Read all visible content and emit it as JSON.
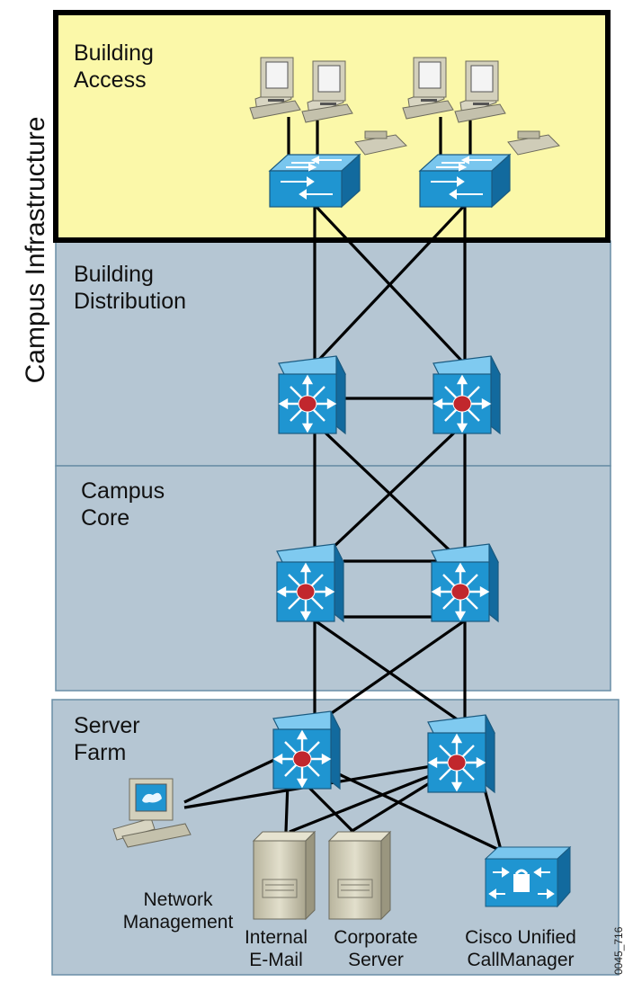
{
  "diagram": {
    "side_title": "Campus Infrastructure",
    "figure_id": "0045_716",
    "sections": {
      "building_access": "Building\nAccess",
      "building_distribution": "Building\nDistribution",
      "campus_core": "Campus\nCore",
      "server_farm": "Server\nFarm"
    },
    "devices": {
      "network_management": "Network\nManagement",
      "internal_email": "Internal\nE-Mail",
      "corporate_server": "Corporate\nServer",
      "cisco_callmanager": "Cisco Unified\nCallManager"
    }
  },
  "colors": {
    "access_fill": "#fbf8a9",
    "layer_fill": "#b5c6d3",
    "device_blue": "#1f95d1",
    "router_center": "#c1272d",
    "pc_beige": "#cfccb8"
  }
}
